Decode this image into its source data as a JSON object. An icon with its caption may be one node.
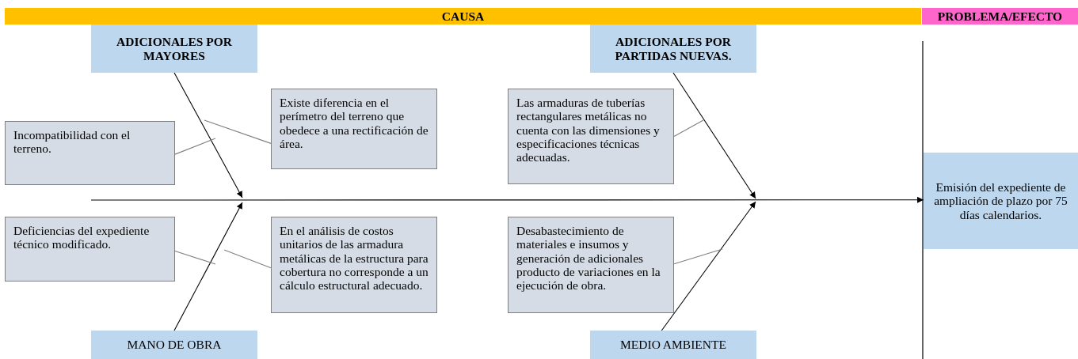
{
  "diagram": {
    "nodes": [
      {
        "text": [
          "CAUSA"
        ]
      },
      {
        "text": [
          "PROBLEMA/EFECTO"
        ]
      },
      {
        "text": [
          "ADICIONALES POR MAYORES"
        ]
      },
      {
        "text": [
          "ADICIONALES POR PARTIDAS NUEVAS."
        ]
      },
      {
        "text": [
          "Incompatibilidad con el terreno."
        ]
      },
      {
        "text": [
          "Existe diferencia en el perímetro del terreno que obedece a una rectificación de área."
        ]
      },
      {
        "text": [
          "Las armaduras de tuberías rectangulares metálicas no cuenta con las dimensiones y especificaciones técnicas adecuadas."
        ]
      },
      {
        "text": [
          "Emisión del expediente de ampliación de plazo por 75 días calendarios."
        ]
      },
      {
        "text": [
          "Deficiencias del expediente técnico modificado."
        ]
      },
      {
        "text": [
          "En el análisis de costos unitarios de las armadura metálicas de la estructura para cobertura no corresponde a un cálculo estructural adecuado."
        ]
      },
      {
        "text": [
          "Desabastecimiento de materiales e insumos y generación de adicionales producto de variaciones en la ejecución de obra."
        ]
      },
      {
        "text": [
          "MANO DE OBRA"
        ]
      },
      {
        "text": [
          "MEDIO AMBIENTE"
        ]
      }
    ],
    "edges": [
      {
        "from": null,
        "to": 7,
        "arrow": "to",
        "color": "#000000"
      },
      {
        "from": 2,
        "to": null,
        "arrow": "to",
        "color": "#000000"
      },
      {
        "from": 11,
        "to": null,
        "arrow": "to",
        "color": "#000000"
      },
      {
        "from": 3,
        "to": null,
        "arrow": "to",
        "color": "#000000"
      },
      {
        "from": 12,
        "to": null,
        "arrow": "to",
        "color": "#000000"
      },
      {
        "from": 4,
        "to": null,
        "arrow": "none"
      },
      {
        "from": 5,
        "to": null,
        "arrow": "none"
      },
      {
        "from": 6,
        "to": null,
        "arrow": "none"
      },
      {
        "from": 8,
        "to": null,
        "arrow": "none"
      },
      {
        "from": 9,
        "to": null,
        "arrow": "none"
      },
      {
        "from": 10,
        "to": null,
        "arrow": "none"
      }
    ]
  }
}
